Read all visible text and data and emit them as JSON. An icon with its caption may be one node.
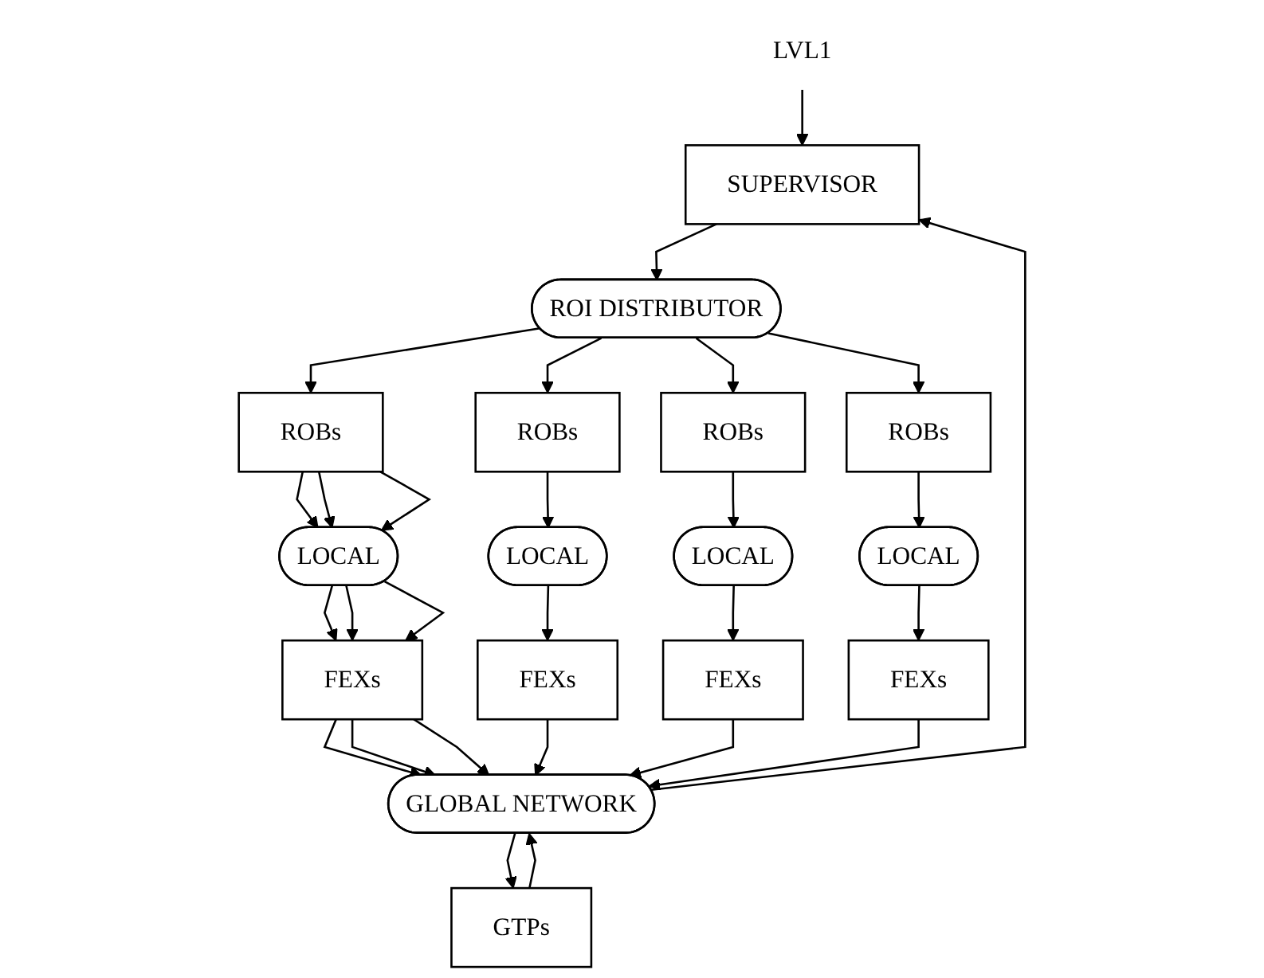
{
  "diagram": {
    "nodes": [
      {
        "text": [
          "LVL1"
        ]
      },
      {
        "text": [
          "SUPERVISOR"
        ]
      },
      {
        "text": [
          "ROI DISTRIBUTOR"
        ]
      },
      {
        "text": [
          "ROBs"
        ]
      },
      {
        "text": [
          "ROBs"
        ]
      },
      {
        "text": [
          "ROBs"
        ]
      },
      {
        "text": [
          "ROBs"
        ]
      },
      {
        "text": [
          "LOCAL"
        ]
      },
      {
        "text": [
          "LOCAL"
        ]
      },
      {
        "text": [
          "LOCAL"
        ]
      },
      {
        "text": [
          "LOCAL"
        ]
      },
      {
        "text": [
          "FEXs"
        ]
      },
      {
        "text": [
          "FEXs"
        ]
      },
      {
        "text": [
          "FEXs"
        ]
      },
      {
        "text": [
          "FEXs"
        ]
      },
      {
        "text": [
          "GLOBAL NETWORK"
        ]
      },
      {
        "text": [
          "GTPs"
        ]
      }
    ],
    "edges": [
      {
        "from": 0,
        "to": 1,
        "arrow": "to"
      },
      {
        "from": 1,
        "to": 2,
        "arrow": "to"
      },
      {
        "from": 2,
        "to": 3,
        "arrow": "to"
      },
      {
        "from": 2,
        "to": 4,
        "arrow": "to"
      },
      {
        "from": 2,
        "to": 5,
        "arrow": "to"
      },
      {
        "from": 2,
        "to": 6,
        "arrow": "to"
      },
      {
        "from": 3,
        "to": 7,
        "arrow": "to"
      },
      {
        "from": 3,
        "to": 7,
        "arrow": "to"
      },
      {
        "from": 3,
        "to": 7,
        "arrow": "to"
      },
      {
        "from": 4,
        "to": 8,
        "arrow": "to"
      },
      {
        "from": 5,
        "to": 9,
        "arrow": "to"
      },
      {
        "from": 6,
        "to": 10,
        "arrow": "to"
      },
      {
        "from": 7,
        "to": 11,
        "arrow": "to"
      },
      {
        "from": 7,
        "to": 11,
        "arrow": "to"
      },
      {
        "from": 7,
        "to": 11,
        "arrow": "to"
      },
      {
        "from": 8,
        "to": 12,
        "arrow": "to"
      },
      {
        "from": 9,
        "to": 13,
        "arrow": "to"
      },
      {
        "from": 10,
        "to": 14,
        "arrow": "to"
      },
      {
        "from": 11,
        "to": 15,
        "arrow": "to"
      },
      {
        "from": 11,
        "to": 15,
        "arrow": "to"
      },
      {
        "from": 11,
        "to": 15,
        "arrow": "to"
      },
      {
        "from": 12,
        "to": 15,
        "arrow": "to"
      },
      {
        "from": 13,
        "to": 15,
        "arrow": "to"
      },
      {
        "from": 14,
        "to": 15,
        "arrow": "to"
      },
      {
        "from": 15,
        "to": 1,
        "arrow": "to"
      },
      {
        "from": 15,
        "to": 16,
        "arrow": "to"
      },
      {
        "from": 16,
        "to": 15,
        "arrow": "to"
      }
    ]
  }
}
